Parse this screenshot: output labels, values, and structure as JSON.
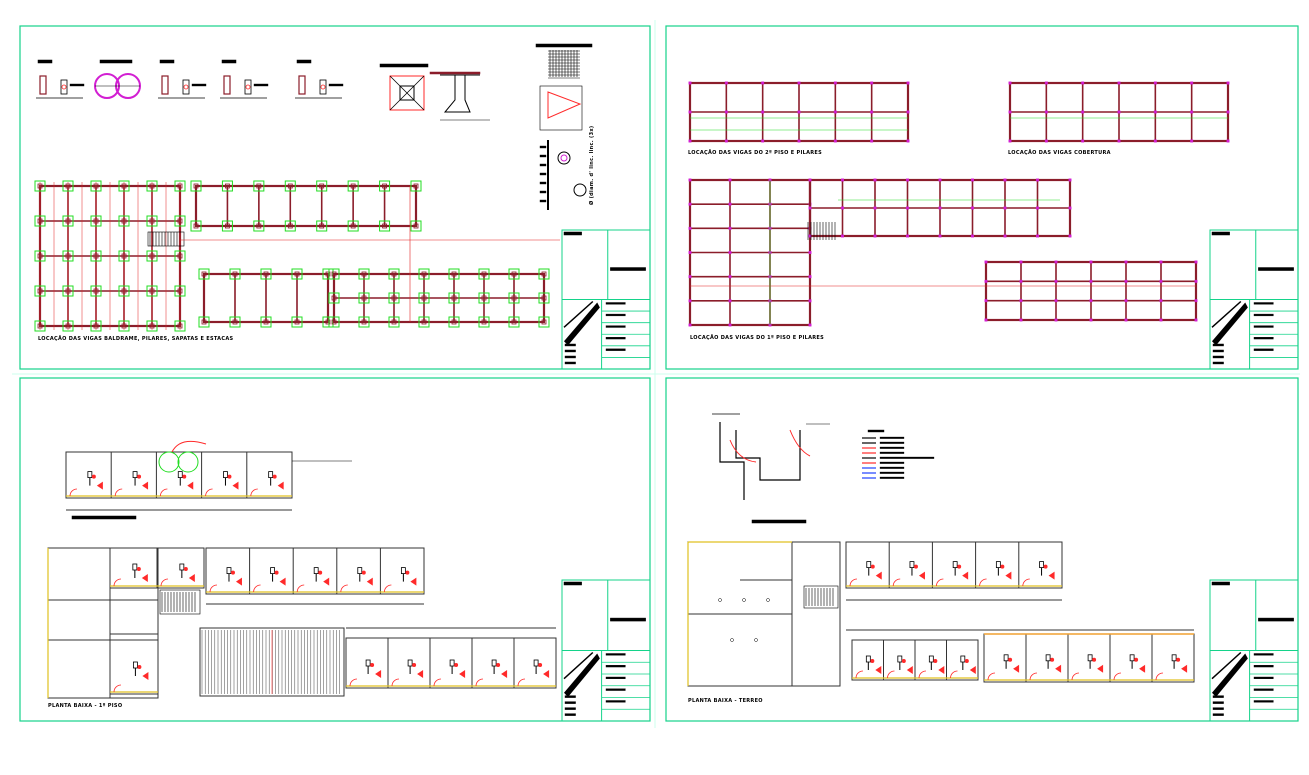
{
  "drawing": {
    "colors": {
      "frame": "#14d38a",
      "beam": "#8b1d2a",
      "grid_line": "#e32020",
      "pile": "#22dd22",
      "column": "#d21fd2",
      "text": "#000000",
      "highlight": "#ff2a2a",
      "legend_blue": "#1f3fff",
      "door_yellow": "#e0c020",
      "window_orange": "#f0a030"
    },
    "panels": [
      {
        "id": "foundation",
        "captions": [
          "LOCAÇÃO DAS VIGAS BALDRAME, PILARES, SAPATAS E ESTACAS"
        ]
      },
      {
        "id": "beams",
        "captions": [
          "LOCAÇÃO DAS VIGAS DO 2º PISO E PILARES",
          "LOCAÇÃO DAS VIGAS COBERTURA",
          "LOCAÇÃO DAS VIGAS DO 1º PISO E PILARES"
        ]
      },
      {
        "id": "floor1",
        "captions": [
          "PLANTA BAIXA - 1º PISO"
        ]
      },
      {
        "id": "ground",
        "captions": [
          "PLANTA BAIXA - TERREO"
        ]
      }
    ],
    "rotated_note": "Ø (diam. d' linc. linc. (3x)"
  }
}
